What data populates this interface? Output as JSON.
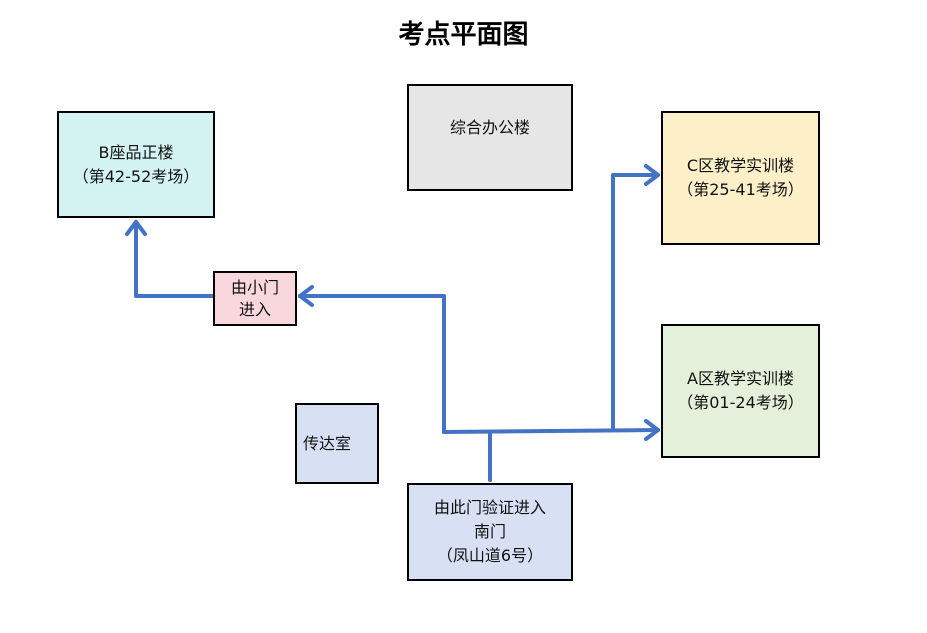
{
  "title": "考点平面图",
  "buildings": {
    "b_block": {
      "line1": "B座品正楼",
      "line2": "（第42-52考场）",
      "color": "#d3f3f3"
    },
    "office": {
      "line1": "综合办公楼",
      "color": "#e6e6e6"
    },
    "c_block": {
      "line1": "C区教学实训楼",
      "line2": "（第25-41考场）",
      "color": "#fdf0c8"
    },
    "a_block": {
      "line1": "A区教学实训楼",
      "line2": "（第01-24考场）",
      "color": "#e4f0da"
    },
    "small_gate": {
      "line1": "由小门",
      "line2": "进入",
      "color": "#f8d8dd"
    },
    "guard_room": {
      "line1": "传达室",
      "color": "#d8e0f3"
    },
    "south_gate": {
      "line1": "由此门验证进入",
      "line2": "南门",
      "line3": "（凤山道6号）",
      "color": "#d8e0f3"
    }
  },
  "arrow_color": "#4472c4"
}
